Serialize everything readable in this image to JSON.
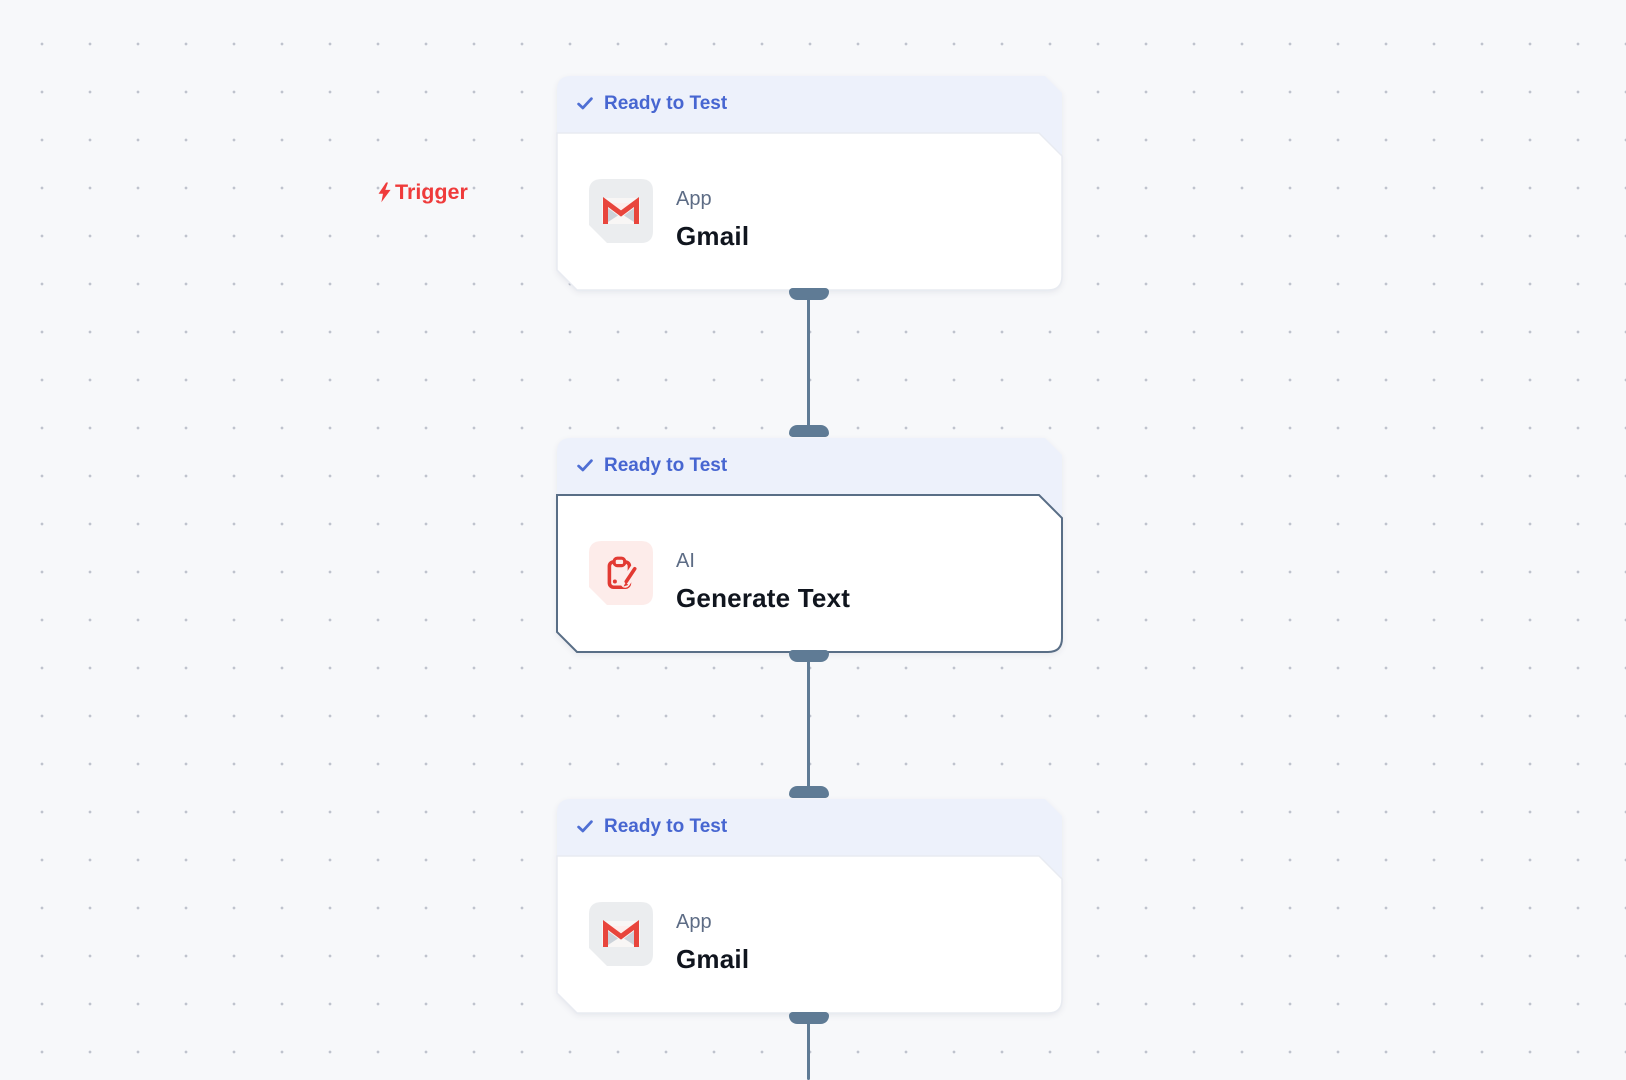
{
  "workflow": {
    "trigger_badge": {
      "label": "Trigger",
      "icon": "lightning-bolt-icon"
    },
    "nodes": [
      {
        "status": "Ready to Test",
        "type_label": "App",
        "title": "Gmail",
        "icon": "gmail-icon",
        "selected": false
      },
      {
        "status": "Ready to Test",
        "type_label": "AI",
        "title": "Generate Text",
        "icon": "generate-text-icon",
        "selected": true
      },
      {
        "status": "Ready to Test",
        "type_label": "App",
        "title": "Gmail",
        "icon": "gmail-icon",
        "selected": false
      }
    ],
    "colors": {
      "canvas_bg": "#f7f8fa",
      "grid_dot": "#bfc3cd",
      "status_header_bg": "#edf1fb",
      "status_text": "#4766d1",
      "card_bg": "#ffffff",
      "selected_border": "#596e86",
      "type_label_text": "#5d6c85",
      "title_text": "#10151e",
      "connector": "#5f7b95",
      "trigger_red": "#ef3b3b",
      "gmail_red": "#e8453c",
      "ai_icon_red": "#e23a33",
      "ai_icon_bg": "#fdecea",
      "app_icon_bg": "#ebedef"
    }
  }
}
